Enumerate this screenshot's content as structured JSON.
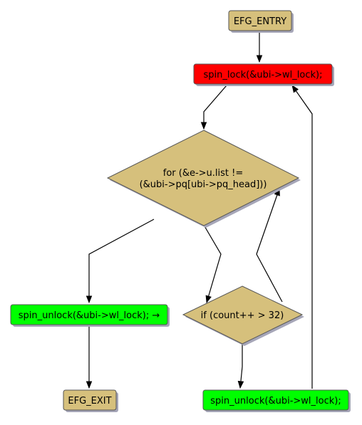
{
  "colors": {
    "entry_exit": "#d6c07c",
    "decision": "#d6c07c",
    "lock": "#ff0000",
    "unlock": "#00ff00",
    "shadow": "#a6a6b8",
    "stroke": "#555555"
  },
  "nodes": {
    "entry": {
      "label": "EFG_ENTRY"
    },
    "spin_lock": {
      "label": "spin_lock(&ubi->wl_lock);"
    },
    "for_loop": {
      "line1": "for (&e->u.list !=",
      "line2": "(&ubi->pq[ubi->pq_head]))"
    },
    "unlock_exit": {
      "label": "spin_unlock(&ubi->wl_lock); →"
    },
    "count_check": {
      "label": "if (count++ > 32)"
    },
    "exit": {
      "label": "EFG_EXIT"
    },
    "unlock_loop": {
      "label": "spin_unlock(&ubi->wl_lock);"
    }
  }
}
